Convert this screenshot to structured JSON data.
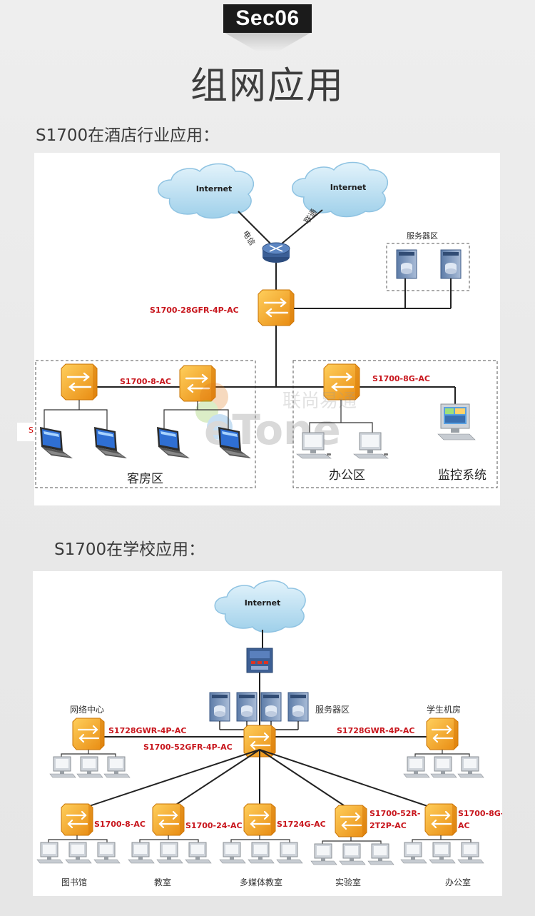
{
  "section": {
    "badge": "Sec06",
    "title": "组网应用"
  },
  "hotel": {
    "subtitle": "S1700在酒店行业应用：",
    "cloud_left": "Internet",
    "cloud_right": "Internet",
    "link_left": "电信",
    "link_right": "联通",
    "server_zone": "服务器区",
    "core_switch": "S1700-28GFR-4P-AC",
    "guest_switch": "S1700-8-AC",
    "office_switch": "S1700-8G-AC",
    "guest_zone": "客房区",
    "office_zone": "办公区",
    "monitor_zone": "监控系统",
    "watermark_cn": "联尚易通",
    "watermark_en": "eTone",
    "stray_mark": "S"
  },
  "school": {
    "subtitle": "S1700在学校应用：",
    "cloud": "Internet",
    "server_zone": "服务器区",
    "network_center": "网络中心",
    "student_lab": "学生机房",
    "left_switch": "S1728GWR-4P-AC",
    "right_switch": "S1728GWR-4P-AC",
    "core_switch": "S1700-52GFR-4P-AC",
    "branch_switches": [
      {
        "model_line1": "S1700-8-AC",
        "model_line2": "",
        "room": "图书馆"
      },
      {
        "model_line1": "S1700-24-AC",
        "model_line2": "",
        "room": "教室"
      },
      {
        "model_line1": "S1724G-AC",
        "model_line2": "",
        "room": "多媒体教室"
      },
      {
        "model_line1": "S1700-52R-",
        "model_line2": "2T2P-AC",
        "room": "实验室"
      },
      {
        "model_line1": "S1700-8G-",
        "model_line2": "AC",
        "room": "办公室"
      }
    ]
  },
  "colors": {
    "accent_red": "#c8161d",
    "switch_orange": "#f3a21b",
    "line": "#222222"
  }
}
